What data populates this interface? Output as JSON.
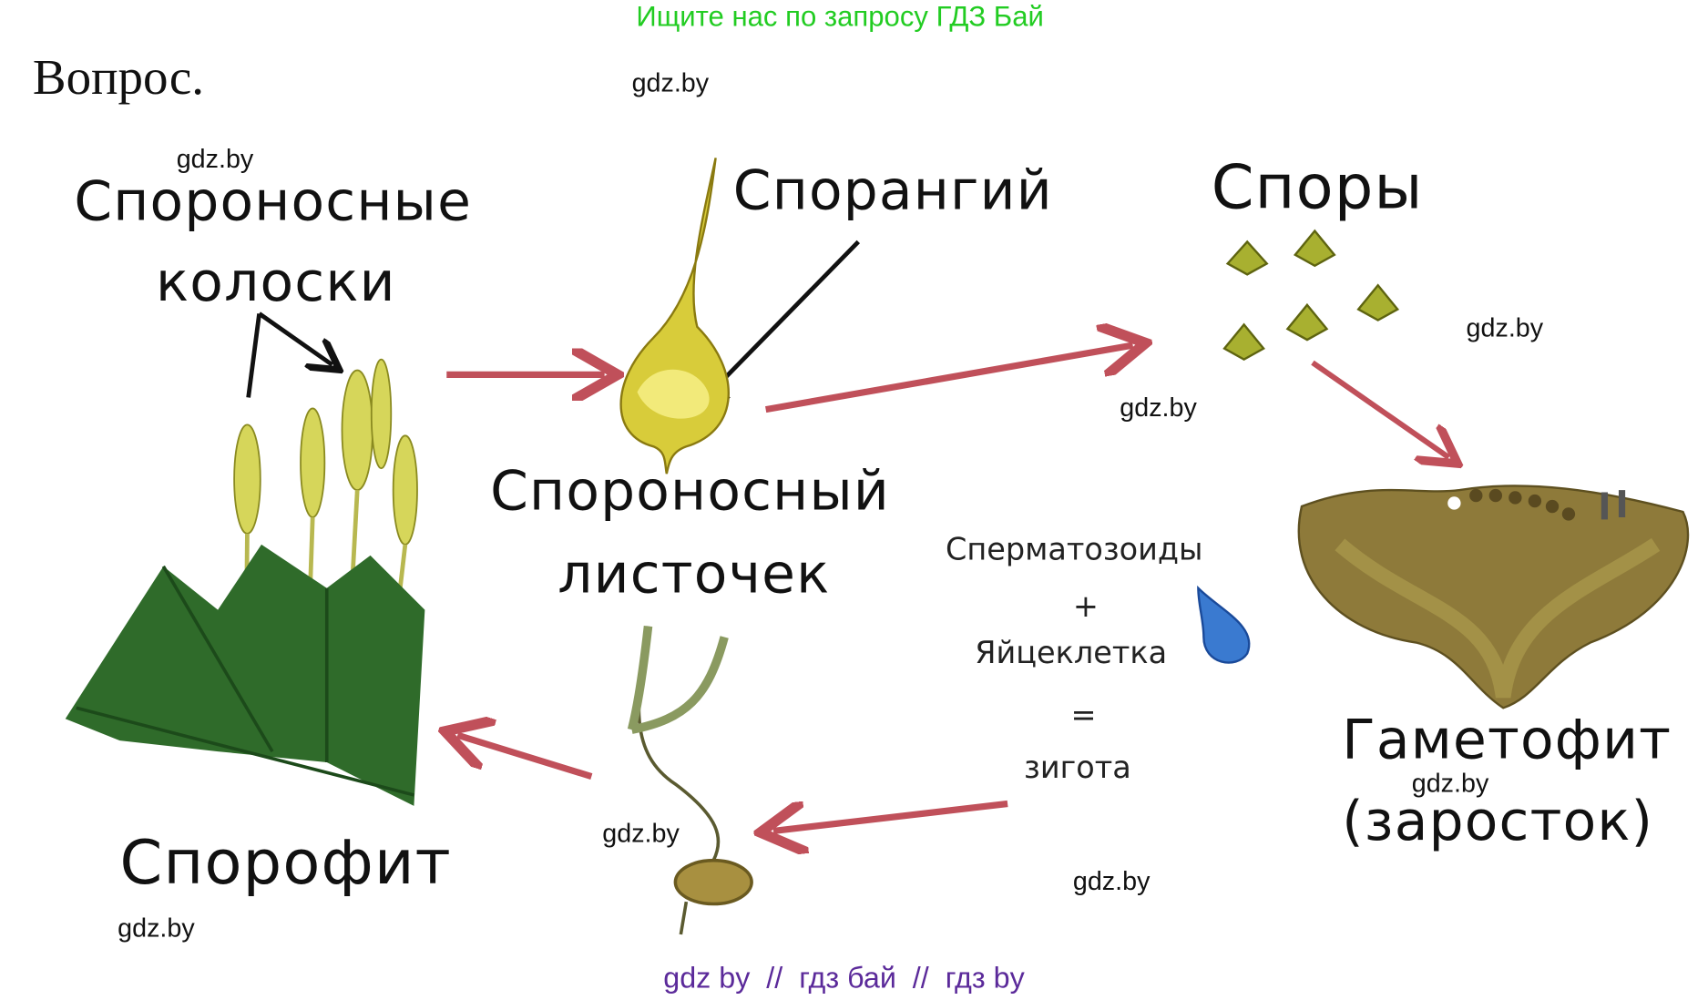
{
  "banner": "Ищите нас по запросу ГДЗ Бай",
  "question_heading": "Вопрос.",
  "labels": {
    "spore_spikes_line1": "Спороносные",
    "spore_spikes_line2": "колоски",
    "sporangium": "Спорангий",
    "spores": "Споры",
    "sporophyll_line1": "Спороносный",
    "sporophyll_line2": "листочек",
    "sperm": "Сперматозоиды",
    "plus": "+",
    "egg": "Яйцеклетка",
    "equals": "=",
    "zygote": "зигота",
    "gametophyte": "Гаметофит",
    "prothallus": "(заросток)",
    "sporophyte": "Спорофит"
  },
  "watermarks": [
    "gdz.by",
    "gdz.by",
    "gdz.by",
    "gdz.by",
    "gdz.by",
    "gdz.by",
    "gdz.by",
    "gdz.by"
  ],
  "footer": "gdz by  //  гдз бай  //  гдз by",
  "colors": {
    "banner": "#22cc22",
    "footer": "#5b2a9a",
    "arrow": "#c0505a",
    "plant": "#2f6b2a",
    "spore": "#a8b030",
    "gametophyte": "#8e7a3a"
  }
}
